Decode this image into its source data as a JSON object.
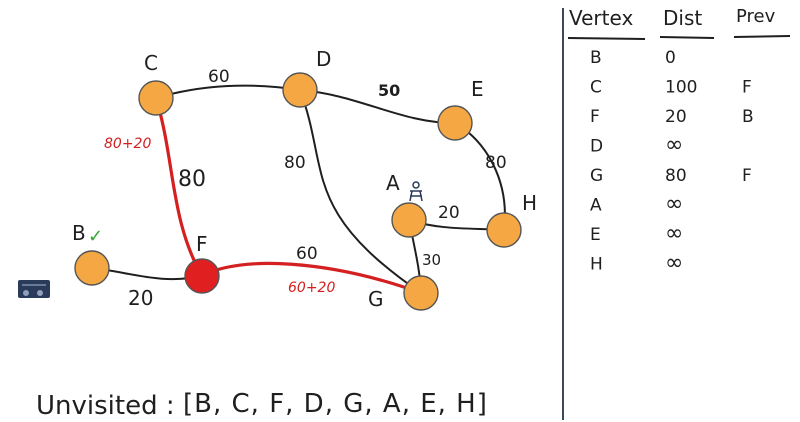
{
  "colors": {
    "node_fill": "#f4a742",
    "node_stroke": "#555555",
    "current_node_fill": "#e02020",
    "path_highlight": "#d42020",
    "edge": "#1f1f1f",
    "visited_check": "#2fa82f",
    "table_rule": "#3a4a5a"
  },
  "graph": {
    "nodes": [
      {
        "id": "B",
        "label": "B",
        "current": false,
        "visited": true
      },
      {
        "id": "C",
        "label": "C",
        "current": false
      },
      {
        "id": "D",
        "label": "D",
        "current": false
      },
      {
        "id": "E",
        "label": "E",
        "current": false
      },
      {
        "id": "F",
        "label": "F",
        "current": true
      },
      {
        "id": "G",
        "label": "G",
        "current": false
      },
      {
        "id": "A",
        "label": "A",
        "current": false
      },
      {
        "id": "H",
        "label": "H",
        "current": false
      }
    ],
    "edges": [
      {
        "from": "B",
        "to": "F",
        "weight": "20",
        "highlight": false
      },
      {
        "from": "C",
        "to": "F",
        "weight": "80",
        "highlight": true,
        "annotation": "80+20"
      },
      {
        "from": "C",
        "to": "D",
        "weight": "60",
        "highlight": false
      },
      {
        "from": "D",
        "to": "E",
        "weight": "50",
        "highlight": false
      },
      {
        "from": "D",
        "to": "G",
        "weight": "80",
        "highlight": false
      },
      {
        "from": "F",
        "to": "G",
        "weight": "60",
        "highlight": true,
        "annotation": "60+20"
      },
      {
        "from": "E",
        "to": "H",
        "weight": "80",
        "highlight": false
      },
      {
        "from": "A",
        "to": "H",
        "weight": "20",
        "highlight": false
      },
      {
        "from": "A",
        "to": "G",
        "weight": "30",
        "highlight": false
      }
    ],
    "visited_mark": "✓"
  },
  "table": {
    "headers": [
      "Vertex",
      "Dist",
      "Prev"
    ],
    "rows": [
      [
        "B",
        "0",
        ""
      ],
      [
        "C",
        "100",
        "F"
      ],
      [
        "F",
        "20",
        "B"
      ],
      [
        "D",
        "∞",
        ""
      ],
      [
        "G",
        "80",
        "F"
      ],
      [
        "A",
        "∞",
        ""
      ],
      [
        "E",
        "∞",
        ""
      ],
      [
        "H",
        "∞",
        ""
      ]
    ]
  },
  "unvisited": {
    "label": "Unvisited :",
    "list": "[B, C, F, D, G, A, E, H]"
  }
}
